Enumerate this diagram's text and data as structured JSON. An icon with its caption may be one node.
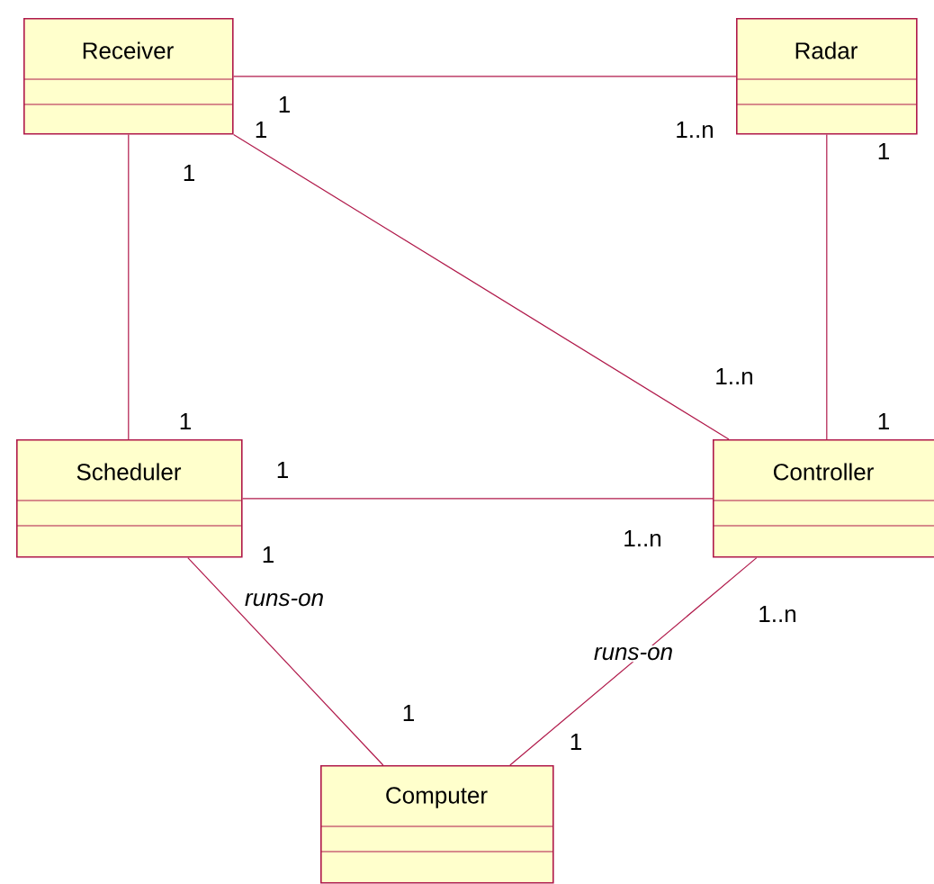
{
  "diagram": {
    "nodes": [
      {
        "text": [
          "Receiver"
        ]
      },
      {
        "text": [
          "Radar"
        ]
      },
      {
        "text": [
          "Scheduler"
        ]
      },
      {
        "text": [
          "Controller"
        ]
      },
      {
        "text": [
          "Computer"
        ]
      }
    ],
    "edges": [
      {
        "from": 0,
        "to": 1,
        "arrow": "none"
      },
      {
        "from": 0,
        "to": 2,
        "arrow": "none"
      },
      {
        "from": 0,
        "to": 3,
        "arrow": "none"
      },
      {
        "from": 1,
        "to": 3,
        "arrow": "none"
      },
      {
        "from": 2,
        "to": 3,
        "arrow": "none"
      },
      {
        "from": 2,
        "to": 4,
        "arrow": "none",
        "label": "runs-on"
      },
      {
        "from": 3,
        "to": 4,
        "arrow": "none",
        "label": "runs-on"
      }
    ],
    "labels": [
      "1",
      "1",
      "1..n",
      "1",
      "1",
      "1..n",
      "1",
      "1",
      "1",
      "1..n",
      "1",
      "1..n",
      "1",
      "1"
    ]
  }
}
